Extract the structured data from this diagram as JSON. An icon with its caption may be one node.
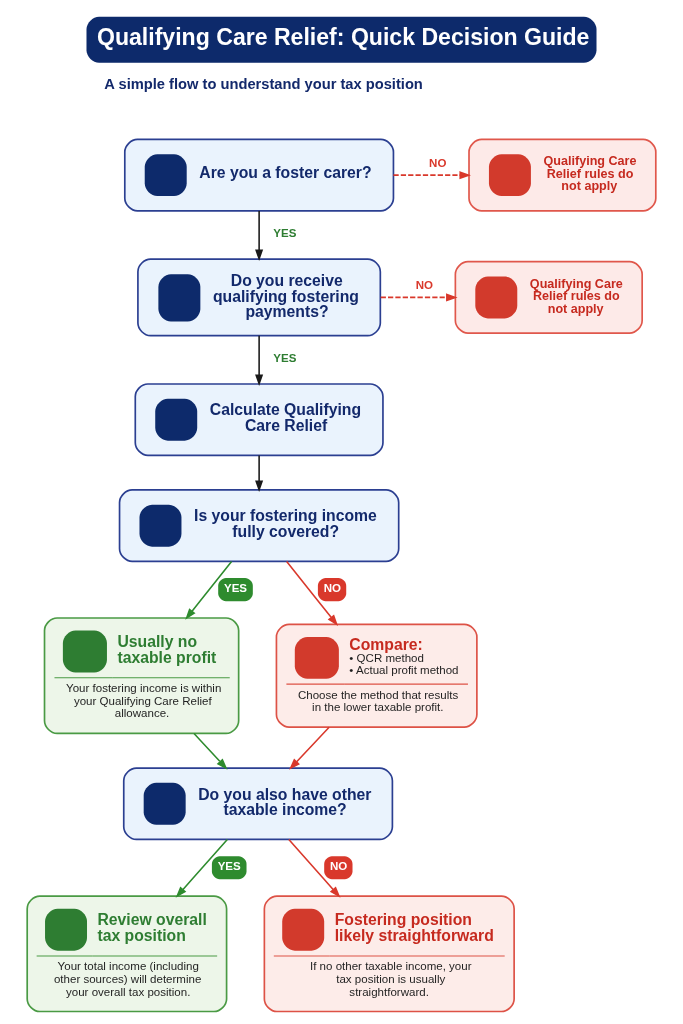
{
  "diagram": {
    "title": "Qualifying Care Relief: Quick Decision Guide",
    "nodes": [
      {
        "text": [
          "Are you a foster carer?"
        ]
      },
      {
        "text": [
          "Qualifying Care Relief rules do not apply"
        ]
      },
      {
        "text": [
          "Do you receive qualifying fostering payments?"
        ]
      },
      {
        "text": [
          "Qualifying Care Relief rules do not apply"
        ]
      },
      {
        "text": [
          "Calculate Qualifying Care Relief"
        ]
      },
      {
        "text": [
          "Is your fostering income fully covered?"
        ]
      },
      {
        "text": [
          "Usually no taxable profit",
          "Your fostering income is within your Qualifying Care Relief allowance."
        ]
      },
      {
        "text": [
          "Compare:",
          "• QCR method",
          "• Actual profit method",
          "Choose the method that results in the lower taxable profit."
        ]
      },
      {
        "text": [
          "Do you also have other taxable income?"
        ]
      },
      {
        "text": [
          "Review overall tax position",
          "Your total income (including other sources) will determine your overall tax position."
        ]
      },
      {
        "text": [
          "Fostering position likely straightforward",
          "If no other taxable income, your tax position is usually straightforward."
        ]
      }
    ],
    "edges": [
      {
        "from": 0,
        "to": 1,
        "arrow": "to",
        "label": "NO",
        "style": "dashed",
        "color": "#d9382b"
      },
      {
        "from": 0,
        "to": 2,
        "arrow": "to",
        "label": "YES",
        "color": "#1a1a1a"
      },
      {
        "from": 2,
        "to": 3,
        "arrow": "to",
        "label": "NO",
        "style": "dashed",
        "color": "#d9382b"
      },
      {
        "from": 2,
        "to": 4,
        "arrow": "to",
        "label": "YES",
        "color": "#1a1a1a"
      },
      {
        "from": 4,
        "to": 5,
        "arrow": "to",
        "color": "#1a1a1a"
      },
      {
        "from": 5,
        "to": 6,
        "arrow": "to",
        "label": "YES",
        "color": "#2e8b2e"
      },
      {
        "from": 5,
        "to": 7,
        "arrow": "to",
        "label": "NO",
        "color": "#d9382b"
      },
      {
        "from": 6,
        "to": 8,
        "arrow": "to",
        "color": "#2e8b2e"
      },
      {
        "from": 7,
        "to": 8,
        "arrow": "to",
        "color": "#d9382b"
      },
      {
        "from": 8,
        "to": 9,
        "arrow": "to",
        "label": "YES",
        "color": "#2e8b2e"
      },
      {
        "from": 8,
        "to": 10,
        "arrow": "to",
        "label": "NO",
        "color": "#d9382b"
      }
    ],
    "labels": [
      "A simple flow to understand your tax position"
    ]
  }
}
